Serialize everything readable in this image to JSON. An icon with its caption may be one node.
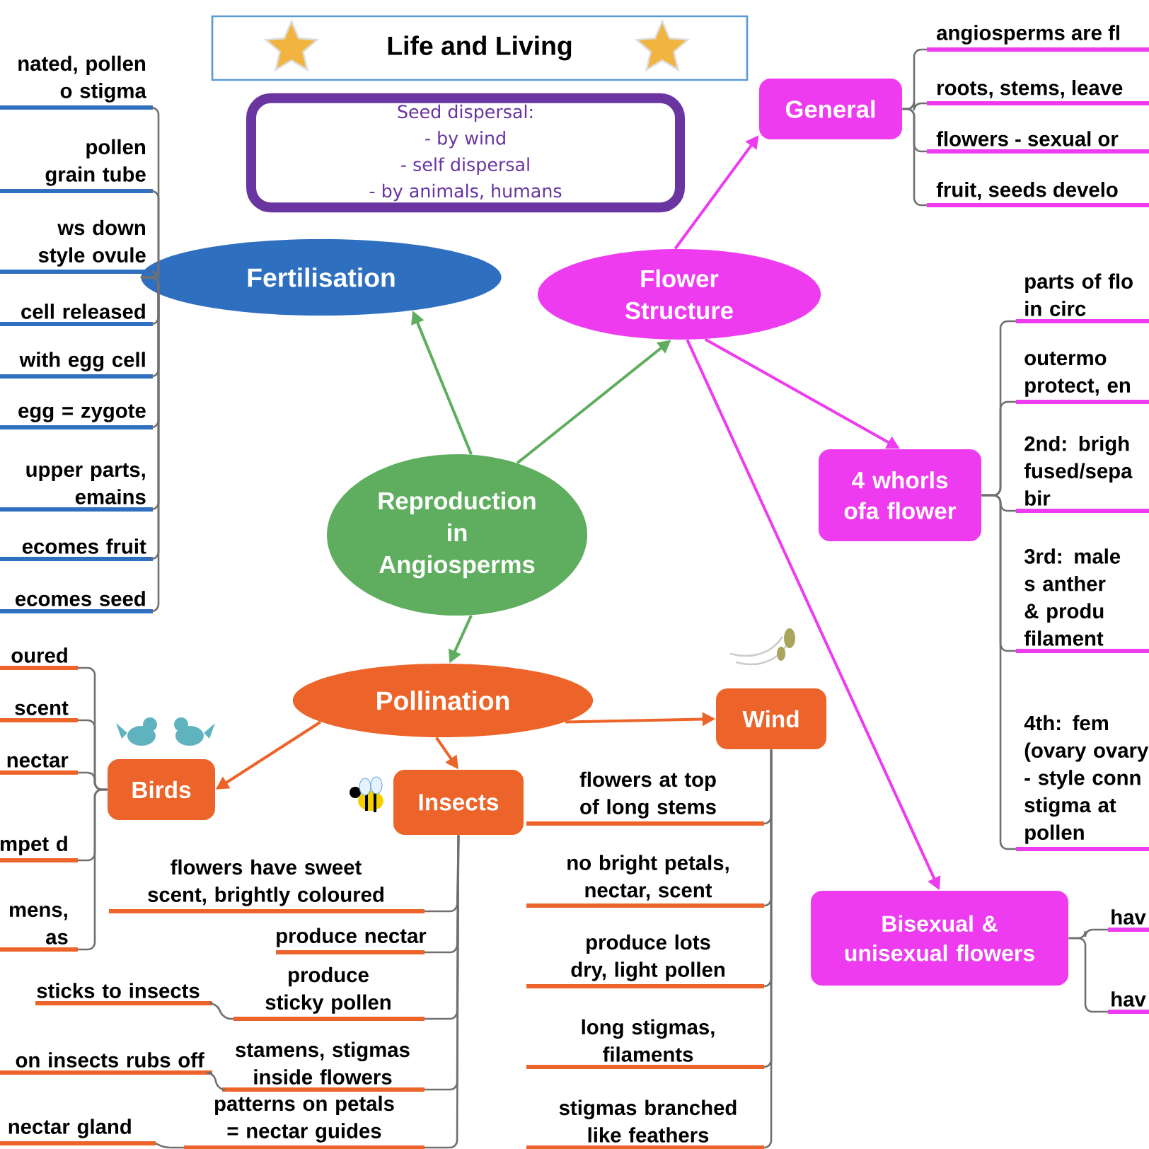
{
  "diagram": {
    "title": "Life and Living",
    "nodes": [
      {
        "text": [],
        "shape": "box"
      },
      {
        "text": [
          "Seed dispersal:",
          "- by wind",
          "- self dispersal",
          "- by animals, humans"
        ]
      },
      {
        "text": [
          "Reproduction in Angiosperms"
        ]
      },
      {
        "text": [
          "Fertilisation"
        ]
      },
      {
        "text": [
          "Flower Structure"
        ]
      },
      {
        "text": [
          "Pollination"
        ]
      },
      {
        "text": [
          "General"
        ]
      },
      {
        "text": [
          "4 whorls ofa flower"
        ]
      },
      {
        "text": [
          "Bisexual & unisexual flowers"
        ]
      },
      {
        "text": [
          "Birds"
        ]
      },
      {
        "text": [
          "Insects"
        ]
      },
      {
        "text": [
          "Wind"
        ]
      },
      {
        "text": [
          "nated, pollen o stigma"
        ]
      },
      {
        "text": [
          "pollen grain tube"
        ]
      },
      {
        "text": [
          "ws down style ovule"
        ]
      },
      {
        "text": [
          "cell released"
        ]
      },
      {
        "text": [
          "with egg cell"
        ]
      },
      {
        "text": [
          "egg = zygote"
        ]
      },
      {
        "text": [
          "upper parts, emains"
        ]
      },
      {
        "text": [
          "ecomes fruit"
        ]
      },
      {
        "text": [
          "ecomes seed"
        ]
      },
      {
        "text": [
          "oured"
        ]
      },
      {
        "text": [
          "scent"
        ]
      },
      {
        "text": [
          "nectar"
        ]
      },
      {
        "text": [
          "mpet d"
        ]
      },
      {
        "text": [
          "mens, as"
        ]
      },
      {
        "text": [
          "flowers have sweet scent, brightly coloured"
        ]
      },
      {
        "text": [
          "produce nectar"
        ]
      },
      {
        "text": [
          "produce sticky pollen"
        ]
      },
      {
        "text": [
          "stamens, stigmas inside flowers"
        ]
      },
      {
        "text": [
          "patterns on petals = nectar guides"
        ]
      },
      {
        "text": [
          "sticks to insects"
        ]
      },
      {
        "text": [
          "on insects rubs off"
        ]
      },
      {
        "text": [
          "nectar gland"
        ]
      },
      {
        "text": [
          "flowers at top of long stems"
        ]
      },
      {
        "text": [
          "no bright petals, nectar, scent"
        ]
      },
      {
        "text": [
          "produce lots dry, light pollen"
        ]
      },
      {
        "text": [
          "long stigmas, filaments"
        ]
      },
      {
        "text": [
          "stigmas branched like feathers"
        ]
      },
      {
        "text": [
          "angiosperms are fl"
        ]
      },
      {
        "text": [
          "roots, stems, leave"
        ]
      },
      {
        "text": [
          "flowers - sexual or"
        ]
      },
      {
        "text": [
          "fruit, seeds develo"
        ]
      },
      {
        "text": [
          "parts of flo in circ"
        ]
      },
      {
        "text": [
          "outermo protect, en"
        ]
      },
      {
        "text": [
          "2nd: brigh fused/sepa bir"
        ]
      },
      {
        "text": [
          "3rd: male s anther & produ filament"
        ]
      },
      {
        "text": [
          "4th: fem (ovary ovary - style conn stigma at pollen"
        ]
      },
      {
        "text": [
          "hav"
        ]
      },
      {
        "text": [
          "hav"
        ]
      }
    ],
    "edges": [
      {
        "from": 2,
        "to": 3,
        "arrow": "to",
        "color": "#5fae5f"
      },
      {
        "from": 2,
        "to": 4,
        "arrow": "to",
        "color": "#5fae5f"
      },
      {
        "from": 2,
        "to": 5,
        "arrow": "to",
        "color": "#5fae5f"
      },
      {
        "from": 4,
        "to": 6,
        "arrow": "to",
        "color": "#ee3bf0"
      },
      {
        "from": 4,
        "to": 7,
        "arrow": "to",
        "color": "#ee3bf0"
      },
      {
        "from": 4,
        "to": 8,
        "arrow": "to",
        "color": "#ee3bf0"
      },
      {
        "from": 5,
        "to": 9,
        "arrow": "to",
        "color": "#ec6429"
      },
      {
        "from": 5,
        "to": 10,
        "arrow": "to",
        "color": "#ec6429"
      },
      {
        "from": 5,
        "to": 11,
        "arrow": "to",
        "color": "#ec6429"
      },
      {
        "from": 3,
        "to": 12,
        "arrow": "none"
      },
      {
        "from": 3,
        "to": 13,
        "arrow": "none"
      },
      {
        "from": 3,
        "to": 14,
        "arrow": "none"
      },
      {
        "from": 3,
        "to": 15,
        "arrow": "none"
      },
      {
        "from": 3,
        "to": 16,
        "arrow": "none"
      },
      {
        "from": 3,
        "to": 17,
        "arrow": "none"
      },
      {
        "from": 3,
        "to": 18,
        "arrow": "none"
      },
      {
        "from": 3,
        "to": 19,
        "arrow": "none"
      },
      {
        "from": 3,
        "to": 20,
        "arrow": "none"
      },
      {
        "from": 9,
        "to": 21,
        "arrow": "none"
      },
      {
        "from": 9,
        "to": 22,
        "arrow": "none"
      },
      {
        "from": 9,
        "to": 23,
        "arrow": "none"
      },
      {
        "from": 9,
        "to": 24,
        "arrow": "none"
      },
      {
        "from": 9,
        "to": 25,
        "arrow": "none"
      },
      {
        "from": 10,
        "to": 26,
        "arrow": "none"
      },
      {
        "from": 10,
        "to": 27,
        "arrow": "none"
      },
      {
        "from": 10,
        "to": 28,
        "arrow": "none"
      },
      {
        "from": 10,
        "to": 29,
        "arrow": "none"
      },
      {
        "from": 10,
        "to": 30,
        "arrow": "none"
      },
      {
        "from": 28,
        "to": 31,
        "arrow": "none"
      },
      {
        "from": 29,
        "to": 32,
        "arrow": "none"
      },
      {
        "from": 30,
        "to": 33,
        "arrow": "none"
      },
      {
        "from": 11,
        "to": 34,
        "arrow": "none"
      },
      {
        "from": 11,
        "to": 35,
        "arrow": "none"
      },
      {
        "from": 11,
        "to": 36,
        "arrow": "none"
      },
      {
        "from": 11,
        "to": 37,
        "arrow": "none"
      },
      {
        "from": 11,
        "to": 38,
        "arrow": "none"
      },
      {
        "from": 6,
        "to": 39,
        "arrow": "none"
      },
      {
        "from": 6,
        "to": 40,
        "arrow": "none"
      },
      {
        "from": 6,
        "to": 41,
        "arrow": "none"
      },
      {
        "from": 6,
        "to": 42,
        "arrow": "none"
      },
      {
        "from": 7,
        "to": 43,
        "arrow": "none"
      },
      {
        "from": 7,
        "to": 44,
        "arrow": "none"
      },
      {
        "from": 7,
        "to": 45,
        "arrow": "none"
      },
      {
        "from": 7,
        "to": 46,
        "arrow": "none"
      },
      {
        "from": 7,
        "to": 47,
        "arrow": "none"
      },
      {
        "from": 8,
        "to": 48,
        "arrow": "none"
      },
      {
        "from": 8,
        "to": 49,
        "arrow": "none"
      }
    ]
  }
}
